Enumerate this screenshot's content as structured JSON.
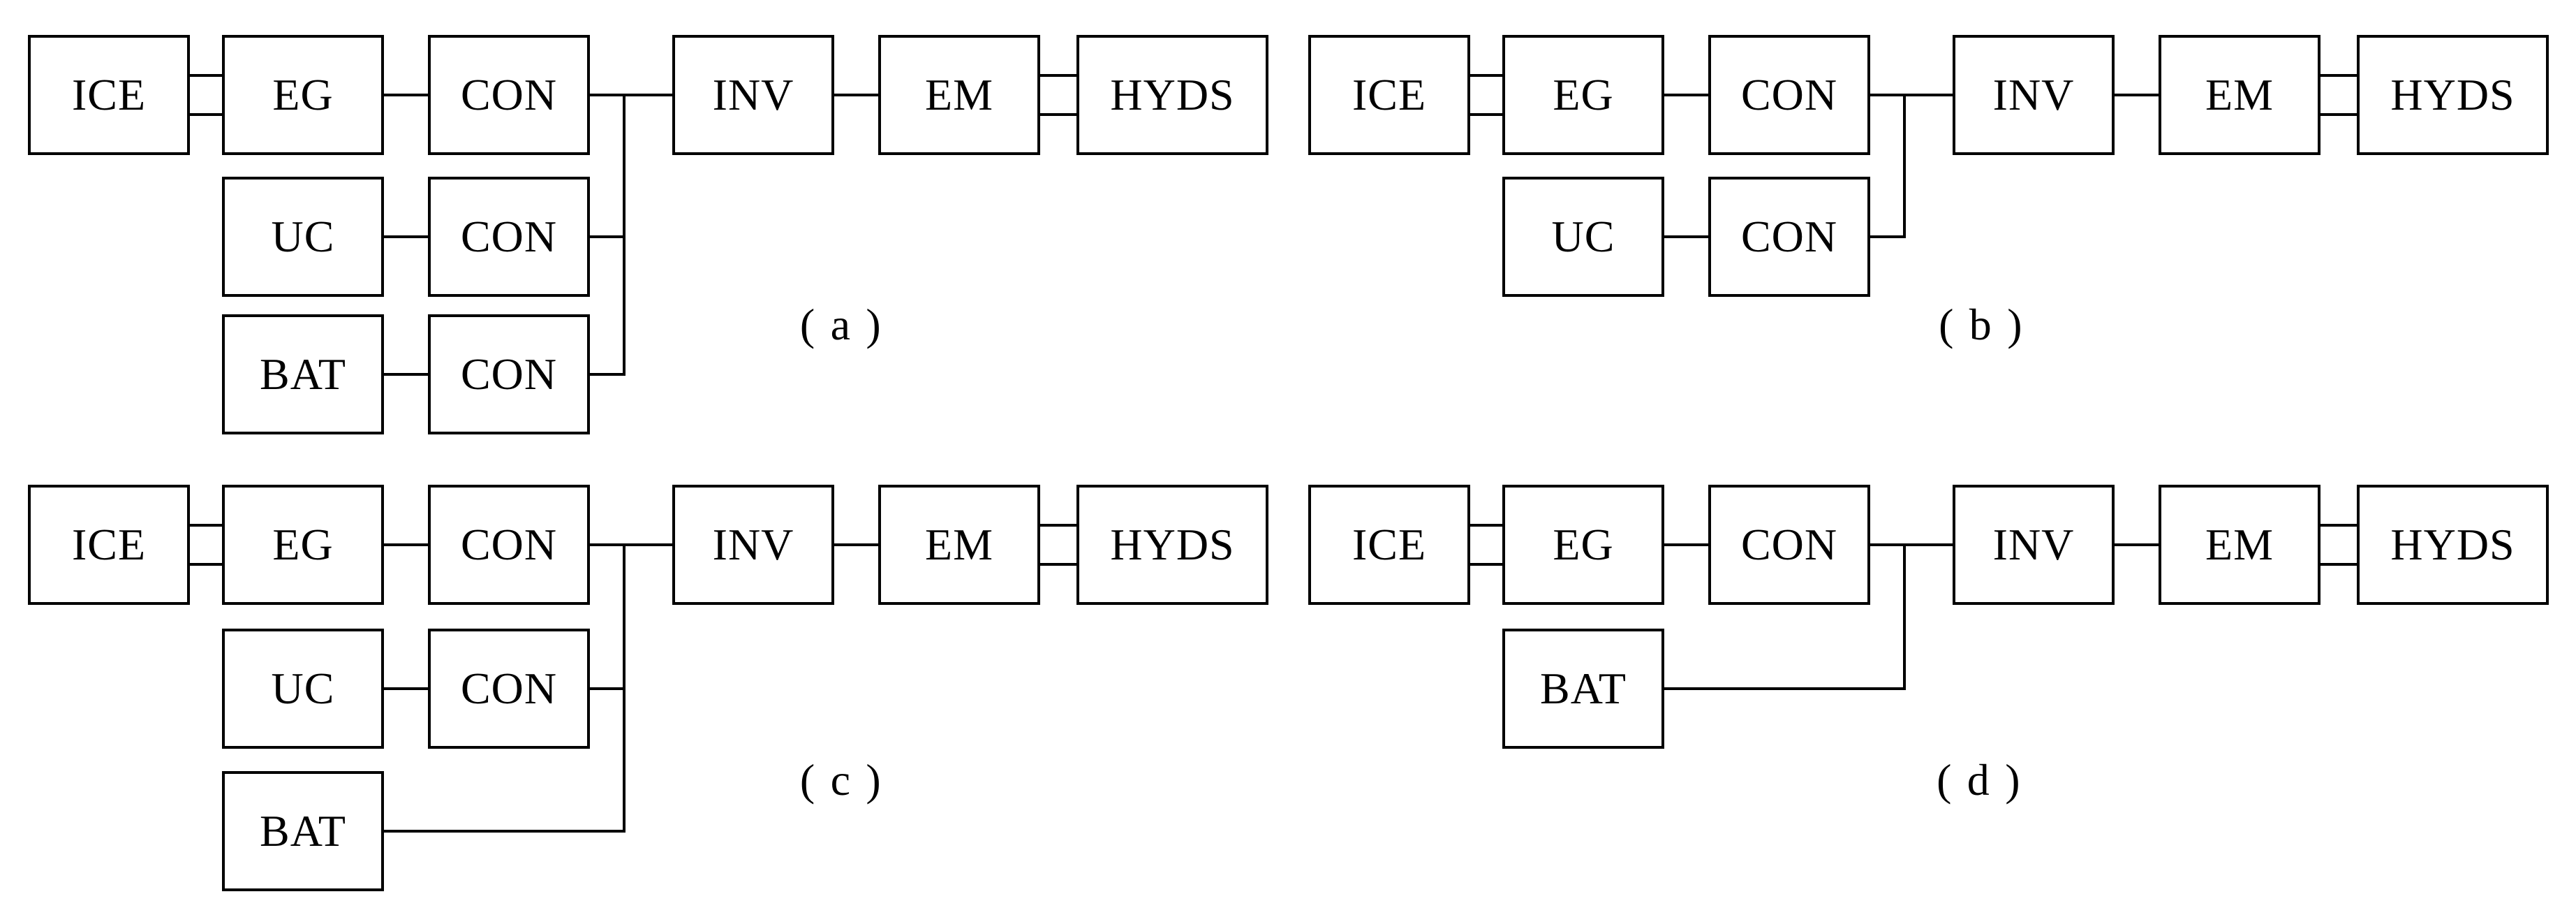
{
  "figure": {
    "background_color": "#ffffff",
    "line_color": "#000000",
    "description_visible_text_only": true
  },
  "diagrams": {
    "a": {
      "caption": "(a)",
      "boxes": {
        "ice": "ICE",
        "eg": "EG",
        "con1": "CON",
        "inv": "INV",
        "em": "EM",
        "hyds": "HYDS",
        "uc": "UC",
        "con2": "CON",
        "bat": "BAT",
        "con3": "CON"
      },
      "edges": [
        [
          "ICE",
          "EG",
          "double"
        ],
        [
          "EG",
          "CON",
          "single"
        ],
        [
          "CON",
          "INV",
          "single"
        ],
        [
          "INV",
          "EM",
          "single"
        ],
        [
          "EM",
          "HYDS",
          "double"
        ],
        [
          "UC",
          "CON",
          "single"
        ],
        [
          "CON(UC)",
          "bus",
          "single"
        ],
        [
          "BAT",
          "CON",
          "single"
        ],
        [
          "CON(BAT)",
          "bus",
          "single"
        ]
      ]
    },
    "b": {
      "caption": "(b)",
      "boxes": {
        "ice": "ICE",
        "eg": "EG",
        "con1": "CON",
        "inv": "INV",
        "em": "EM",
        "hyds": "HYDS",
        "uc": "UC",
        "con2": "CON"
      },
      "edges": [
        [
          "ICE",
          "EG",
          "double"
        ],
        [
          "EG",
          "CON",
          "single"
        ],
        [
          "CON",
          "INV",
          "single"
        ],
        [
          "INV",
          "EM",
          "single"
        ],
        [
          "EM",
          "HYDS",
          "double"
        ],
        [
          "UC",
          "CON",
          "single"
        ],
        [
          "CON(UC)",
          "bus",
          "single"
        ]
      ]
    },
    "c": {
      "caption": "(c)",
      "boxes": {
        "ice": "ICE",
        "eg": "EG",
        "con1": "CON",
        "inv": "INV",
        "em": "EM",
        "hyds": "HYDS",
        "uc": "UC",
        "con2": "CON",
        "bat": "BAT"
      },
      "edges": [
        [
          "ICE",
          "EG",
          "double"
        ],
        [
          "EG",
          "CON",
          "single"
        ],
        [
          "CON",
          "INV",
          "single"
        ],
        [
          "INV",
          "EM",
          "single"
        ],
        [
          "EM",
          "HYDS",
          "double"
        ],
        [
          "UC",
          "CON",
          "single"
        ],
        [
          "CON(UC)",
          "bus",
          "single"
        ],
        [
          "BAT",
          "bus",
          "single"
        ]
      ]
    },
    "d": {
      "caption": "(d)",
      "boxes": {
        "ice": "ICE",
        "eg": "EG",
        "con1": "CON",
        "inv": "INV",
        "em": "EM",
        "hyds": "HYDS",
        "bat": "BAT"
      },
      "edges": [
        [
          "ICE",
          "EG",
          "double"
        ],
        [
          "EG",
          "CON",
          "single"
        ],
        [
          "CON",
          "INV",
          "single"
        ],
        [
          "INV",
          "EM",
          "single"
        ],
        [
          "EM",
          "HYDS",
          "double"
        ],
        [
          "BAT",
          "bus",
          "single"
        ]
      ]
    }
  }
}
